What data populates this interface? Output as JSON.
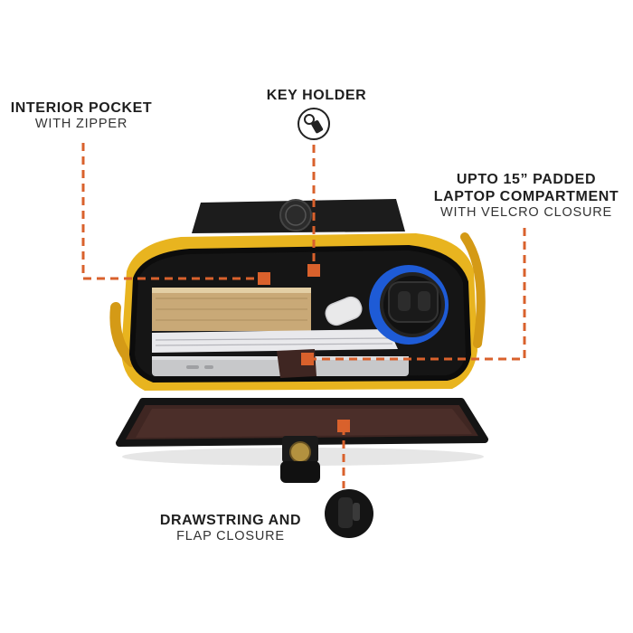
{
  "features": {
    "interior_pocket": {
      "title": "INTERIOR POCKET",
      "subtitle": "WITH ZIPPER",
      "icon": "zipper-pocket"
    },
    "key_holder": {
      "title": "KEY HOLDER",
      "icon": "key-holder-icon"
    },
    "laptop_compartment": {
      "title_line1": "UPTO 15” PADDED",
      "title_line2": "LAPTOP COMPARTMENT",
      "subtitle": "WITH VELCRO CLOSURE"
    },
    "closure": {
      "title": "DRAWSTRING AND",
      "subtitle": "FLAP CLOSURE",
      "icon": "drawstring-toggle-icon"
    }
  },
  "colors": {
    "leader_line": "#d9612c",
    "canvas_yellow": "#e8b41f",
    "leather_black": "#1c1c1c",
    "leather_brown": "#3f2622",
    "laptop_silver": "#c7c8ca",
    "bottle_blue": "#1e5bd6"
  }
}
